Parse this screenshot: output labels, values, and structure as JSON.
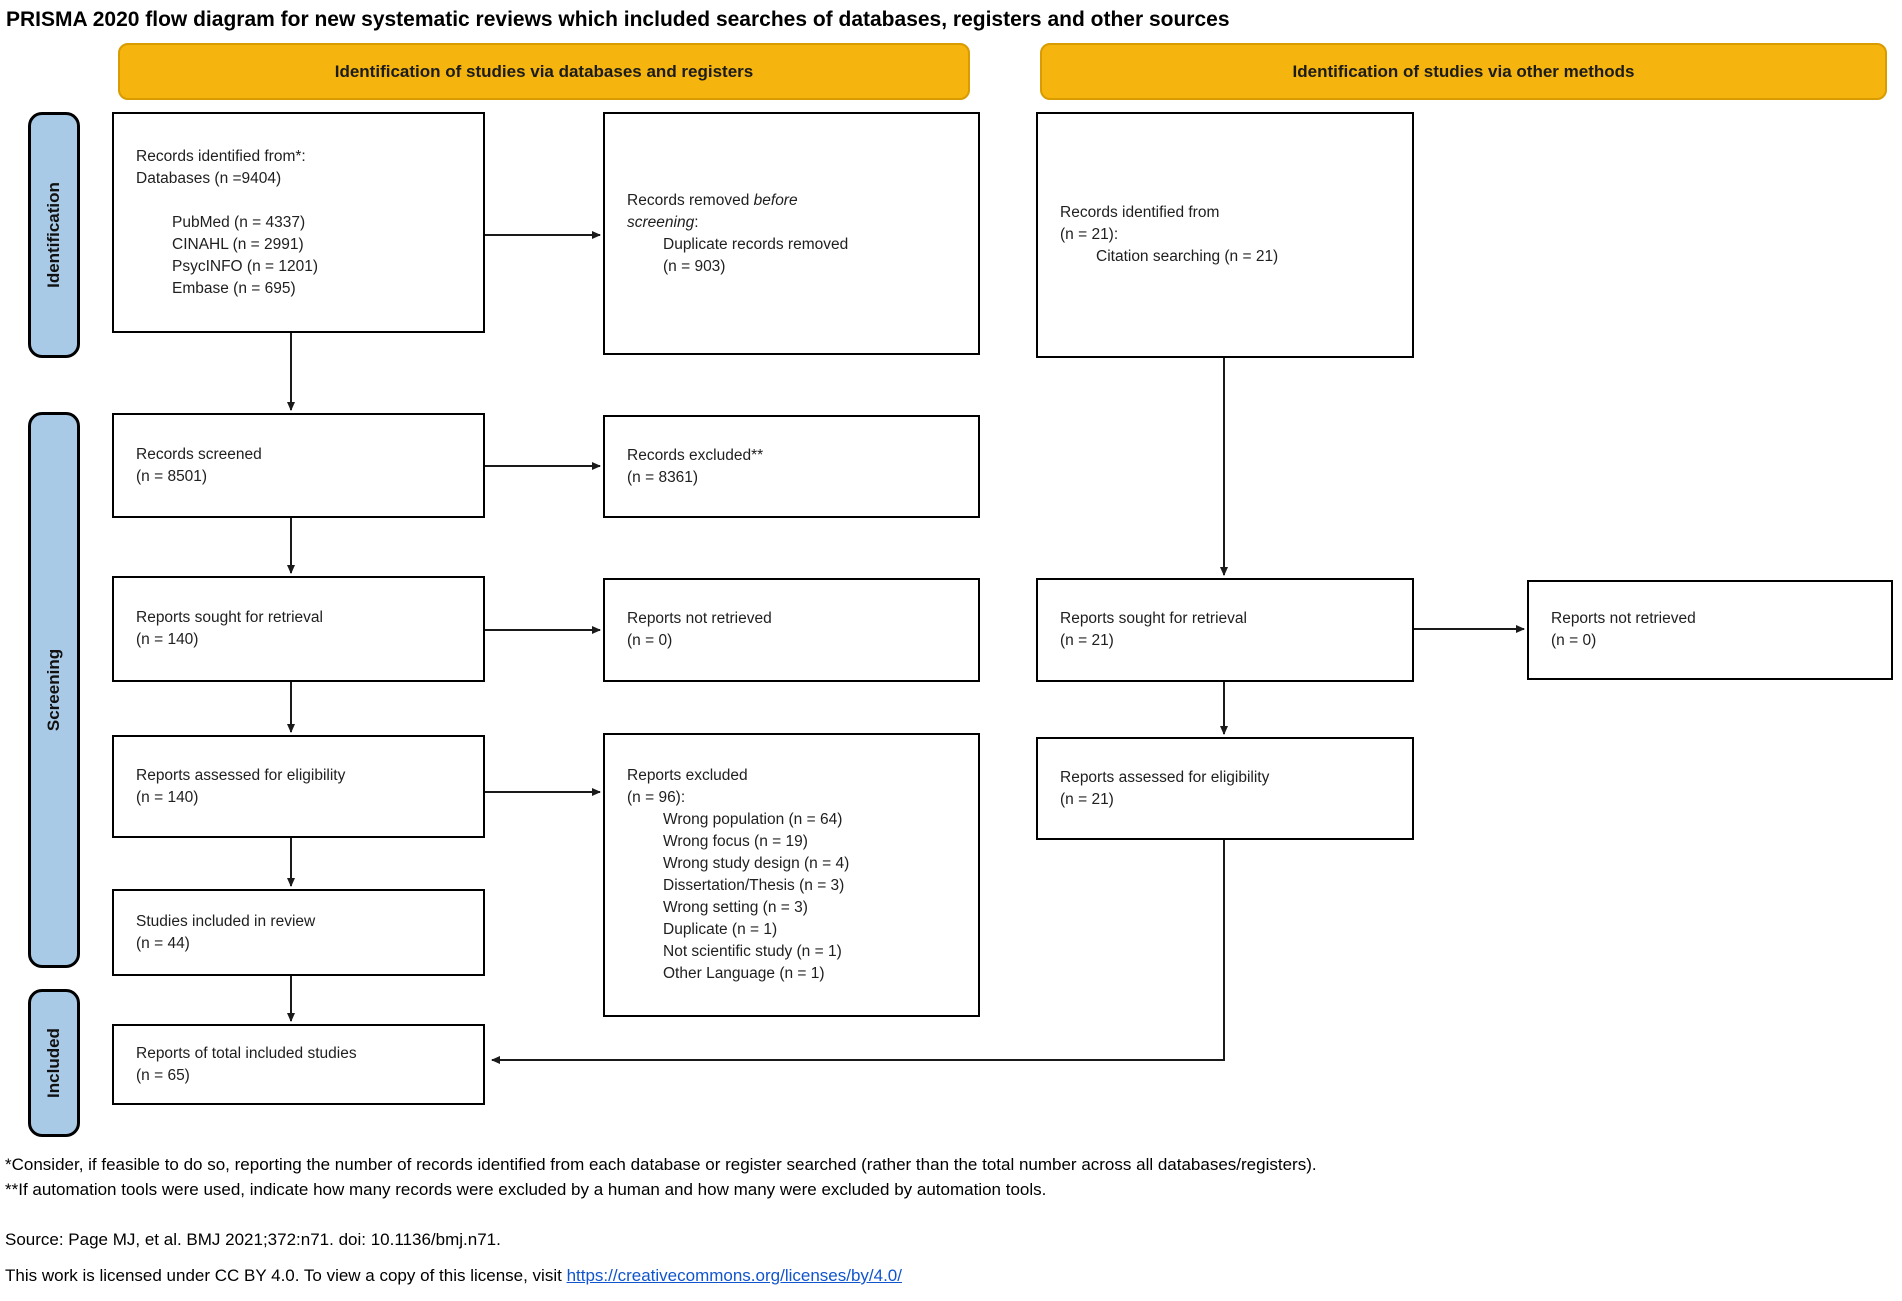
{
  "title": "PRISMA 2020 flow diagram for new systematic reviews which included searches of databases, registers and other sources",
  "colors": {
    "banner_fill": "#F5B40E",
    "banner_border": "#D89B00",
    "side_fill": "#A9CAE6",
    "link": "#1155CC"
  },
  "banners": {
    "left": "Identification of studies via databases and registers",
    "right": "Identification of studies via other methods"
  },
  "side_labels": {
    "identification": "Identification",
    "screening": "Screening",
    "included": "Included"
  },
  "boxes": {
    "records_identified_db": {
      "lines": [
        {
          "text": "Records identified from*:"
        },
        {
          "text": "Databases (n =9404)"
        },
        {
          "text": ""
        },
        {
          "text": "PubMed (n = 4337)",
          "indent": true
        },
        {
          "text": "CINAHL (n = 2991)",
          "indent": true
        },
        {
          "text": "PsycINFO (n = 1201)",
          "indent": true
        },
        {
          "text": "Embase (n = 695)",
          "indent": true
        }
      ]
    },
    "records_removed": {
      "lines": [
        {
          "segments": [
            {
              "text": "Records removed "
            },
            {
              "text": "before",
              "italic": true
            }
          ]
        },
        {
          "segments": [
            {
              "text": "screening",
              "italic": true
            },
            {
              "text": ":"
            }
          ]
        },
        {
          "text": "Duplicate records removed",
          "indent": true
        },
        {
          "text": "(n = 903)",
          "indent": true
        }
      ]
    },
    "records_identified_other": {
      "lines": [
        {
          "text": "Records identified from"
        },
        {
          "text": "(n = 21):"
        },
        {
          "text": "Citation searching (n = 21)",
          "indent": true
        }
      ]
    },
    "records_screened": {
      "lines": [
        {
          "text": "Records screened"
        },
        {
          "text": "(n = 8501)"
        }
      ]
    },
    "records_excluded": {
      "lines": [
        {
          "text": "Records excluded**"
        },
        {
          "text": "(n = 8361)"
        }
      ]
    },
    "reports_sought_db": {
      "lines": [
        {
          "text": "Reports sought for retrieval"
        },
        {
          "text": "(n = 140)"
        }
      ]
    },
    "reports_not_retrieved_db": {
      "lines": [
        {
          "text": "Reports not retrieved"
        },
        {
          "text": "(n = 0)"
        }
      ]
    },
    "reports_sought_other": {
      "lines": [
        {
          "text": "Reports sought for retrieval"
        },
        {
          "text": "(n = 21)"
        }
      ]
    },
    "reports_not_retrieved_other": {
      "lines": [
        {
          "text": "Reports not retrieved"
        },
        {
          "text": "(n = 0)"
        }
      ]
    },
    "reports_assessed_db": {
      "lines": [
        {
          "text": "Reports assessed for eligibility"
        },
        {
          "text": "(n = 140)"
        }
      ]
    },
    "reports_excluded_reasons": {
      "lines": [
        {
          "text": "Reports excluded"
        },
        {
          "text": "(n = 96):"
        },
        {
          "text": "Wrong population (n = 64)",
          "indent": true
        },
        {
          "text": "Wrong focus (n = 19)",
          "indent": true
        },
        {
          "text": "Wrong study design (n = 4)",
          "indent": true
        },
        {
          "text": "Dissertation/Thesis (n = 3)",
          "indent": true
        },
        {
          "text": "Wrong setting (n = 3)",
          "indent": true
        },
        {
          "text": "Duplicate (n = 1)",
          "indent": true
        },
        {
          "text": "Not scientific study (n = 1)",
          "indent": true
        },
        {
          "text": "Other Language (n = 1)",
          "indent": true
        }
      ]
    },
    "reports_assessed_other": {
      "lines": [
        {
          "text": "Reports assessed for eligibility"
        },
        {
          "text": "(n = 21)"
        }
      ]
    },
    "studies_included": {
      "lines": [
        {
          "text": "Studies included in review"
        },
        {
          "text": "(n = 44)"
        }
      ]
    },
    "reports_total_included": {
      "lines": [
        {
          "text": "Reports of total included studies"
        },
        {
          "text": "(n = 65)"
        }
      ]
    }
  },
  "footnotes": {
    "asterisk": "*Consider, if feasible to do so, reporting the number of records identified from each database or register searched (rather than the total number across all databases/registers).",
    "double_asterisk": "**If automation tools were used, indicate how many records were excluded by a human and how many were excluded by automation tools.",
    "source": "Source: Page MJ, et al. BMJ 2021;372:n71. doi: 10.1136/bmj.n71.",
    "license_text": "This work is licensed under CC BY 4.0. To view a copy of this license, visit ",
    "license_url": "https://creativecommons.org/licenses/by/4.0/"
  }
}
